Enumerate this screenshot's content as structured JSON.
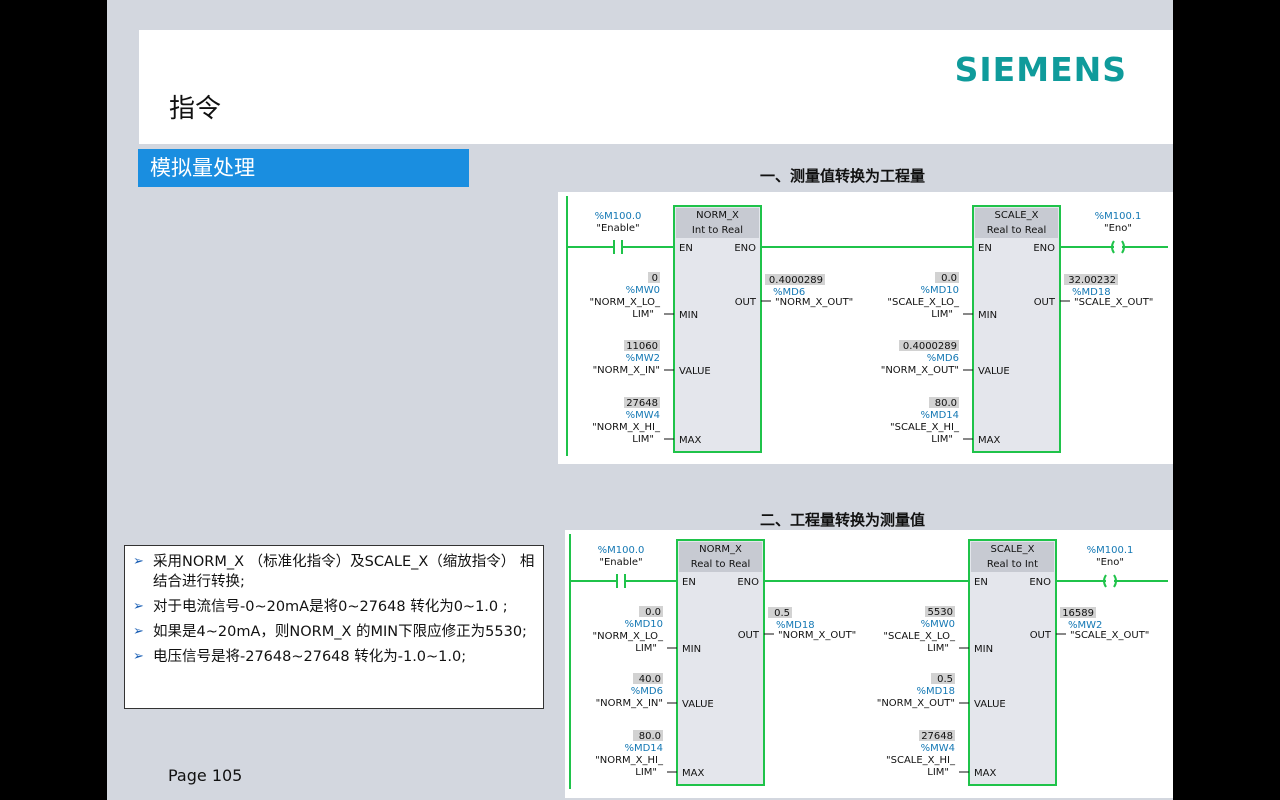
{
  "header": {
    "logo": "SIEMENS",
    "title": "指令"
  },
  "section": "模拟量处理",
  "captions": {
    "top": "一、测量值转换为工程量",
    "bottom": "二、工程量转换为测量值"
  },
  "colors": {
    "accent": "#1a8ee0",
    "logo": "#0f9b9b",
    "block_border": "#1fc34a",
    "block_fill": "#e4e6ec",
    "tag_blue": "#1478b4"
  },
  "notes": [
    "采用NORM_X （标准化指令）及SCALE_X（缩放指令） 相结合进行转换;",
    "对于电流信号-0~20mA是将0~27648 转化为0~1.0 ;",
    "如果是4~20mA，则NORM_X 的MIN下限应修正为5530;",
    "电压信号是将-27648~27648 转化为-1.0~1.0;"
  ],
  "page_label": "Page 105",
  "diagram_top": {
    "contact_left": {
      "addr": "%M100.0",
      "name": "\"Enable\""
    },
    "contact_right": {
      "addr": "%M100.1",
      "name": "\"Eno\""
    },
    "norm_block": {
      "title": "NORM_X",
      "subtitle": "Int to Real",
      "en": "EN",
      "eno": "ENO",
      "out": "OUT",
      "min": "MIN",
      "value": "VALUE",
      "max": "MAX",
      "in_min": {
        "value": "0",
        "addr": "%MW0",
        "name1": "\"NORM_X_LO_",
        "name2": "LIM\""
      },
      "in_value": {
        "value": "11060",
        "addr": "%MW2",
        "name1": "\"NORM_X_IN\"",
        "name2": ""
      },
      "in_max": {
        "value": "27648",
        "addr": "%MW4",
        "name1": "\"NORM_X_HI_",
        "name2": "LIM\""
      },
      "output": {
        "value": "0.4000289",
        "addr": "%MD6",
        "name": "\"NORM_X_OUT\""
      }
    },
    "scale_block": {
      "title": "SCALE_X",
      "subtitle": "Real to Real",
      "en": "EN",
      "eno": "ENO",
      "out": "OUT",
      "min": "MIN",
      "value": "VALUE",
      "max": "MAX",
      "in_min": {
        "value": "0.0",
        "addr": "%MD10",
        "name1": "\"SCALE_X_LO_",
        "name2": "LIM\""
      },
      "in_value": {
        "value": "0.4000289",
        "addr": "%MD6",
        "name1": "\"NORM_X_OUT\"",
        "name2": ""
      },
      "in_max": {
        "value": "80.0",
        "addr": "%MD14",
        "name1": "\"SCALE_X_HI_",
        "name2": "LIM\""
      },
      "output": {
        "value": "32.00232",
        "addr": "%MD18",
        "name": "\"SCALE_X_OUT\""
      }
    }
  },
  "diagram_bottom": {
    "contact_left": {
      "addr": "%M100.0",
      "name": "\"Enable\""
    },
    "contact_right": {
      "addr": "%M100.1",
      "name": "\"Eno\""
    },
    "norm_block": {
      "title": "NORM_X",
      "subtitle": "Real to Real",
      "en": "EN",
      "eno": "ENO",
      "out": "OUT",
      "min": "MIN",
      "value": "VALUE",
      "max": "MAX",
      "in_min": {
        "value": "0.0",
        "addr": "%MD10",
        "name1": "\"NORM_X_LO_",
        "name2": "LIM\""
      },
      "in_value": {
        "value": "40.0",
        "addr": "%MD6",
        "name1": "\"NORM_X_IN\"",
        "name2": ""
      },
      "in_max": {
        "value": "80.0",
        "addr": "%MD14",
        "name1": "\"NORM_X_HI_",
        "name2": "LIM\""
      },
      "output": {
        "value": "0.5",
        "addr": "%MD18",
        "name": "\"NORM_X_OUT\""
      }
    },
    "scale_block": {
      "title": "SCALE_X",
      "subtitle": "Real to Int",
      "en": "EN",
      "eno": "ENO",
      "out": "OUT",
      "min": "MIN",
      "value": "VALUE",
      "max": "MAX",
      "in_min": {
        "value": "5530",
        "addr": "%MW0",
        "name1": "\"SCALE_X_LO_",
        "name2": "LIM\""
      },
      "in_value": {
        "value": "0.5",
        "addr": "%MD18",
        "name1": "\"NORM_X_OUT\"",
        "name2": ""
      },
      "in_max": {
        "value": "27648",
        "addr": "%MW4",
        "name1": "\"SCALE_X_HI_",
        "name2": "LIM\""
      },
      "output": {
        "value": "16589",
        "addr": "%MW2",
        "name": "\"SCALE_X_OUT\""
      }
    }
  }
}
